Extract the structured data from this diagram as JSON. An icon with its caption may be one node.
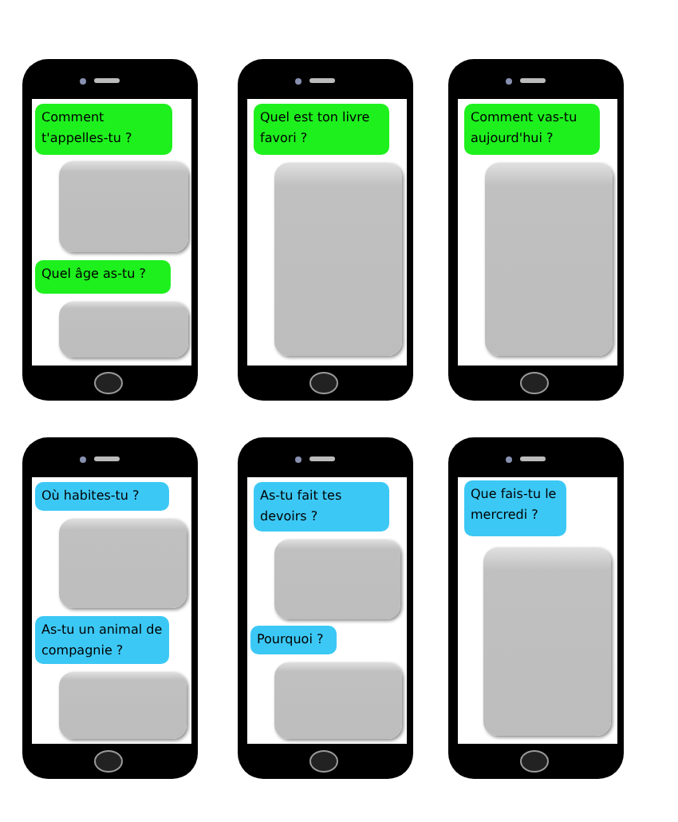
{
  "diagram": {
    "nodes": [
      {
        "text": [],
        "shape": "box"
      },
      {
        "text": [
          "Comment t'appelles-tu ?"
        ],
        "in": 0
      },
      {
        "text": [],
        "shape": "box",
        "in": 0
      },
      {
        "text": [
          "Quel âge as-tu ?"
        ],
        "in": 0
      },
      {
        "text": [],
        "shape": "box",
        "in": 0
      },
      {
        "text": [],
        "shape": "box"
      },
      {
        "text": [
          "Quel est ton livre favori ?"
        ],
        "in": 5
      },
      {
        "text": [],
        "shape": "box",
        "in": 5
      },
      {
        "text": [],
        "shape": "box"
      },
      {
        "text": [
          "Comment vas-tu aujourd'hui ?"
        ],
        "in": 8
      },
      {
        "text": [],
        "shape": "box",
        "in": 8
      },
      {
        "text": [],
        "shape": "box"
      },
      {
        "text": [
          "Où habites-tu ?"
        ],
        "in": 11
      },
      {
        "text": [],
        "shape": "box",
        "in": 11
      },
      {
        "text": [
          "As-tu un animal de compagnie ?"
        ],
        "in": 11
      },
      {
        "text": [],
        "shape": "box",
        "in": 11
      },
      {
        "text": [],
        "shape": "box"
      },
      {
        "text": [
          "As-tu fait tes devoirs ?"
        ],
        "in": 16
      },
      {
        "text": [],
        "shape": "box",
        "in": 16
      },
      {
        "text": [
          "Pourquoi ?"
        ],
        "in": 16
      },
      {
        "text": [],
        "shape": "box",
        "in": 16
      },
      {
        "text": [],
        "shape": "box"
      },
      {
        "text": [
          "Que fais-tu le mercredi ?"
        ],
        "in": 21
      },
      {
        "text": [],
        "shape": "box",
        "in": 21
      }
    ]
  }
}
